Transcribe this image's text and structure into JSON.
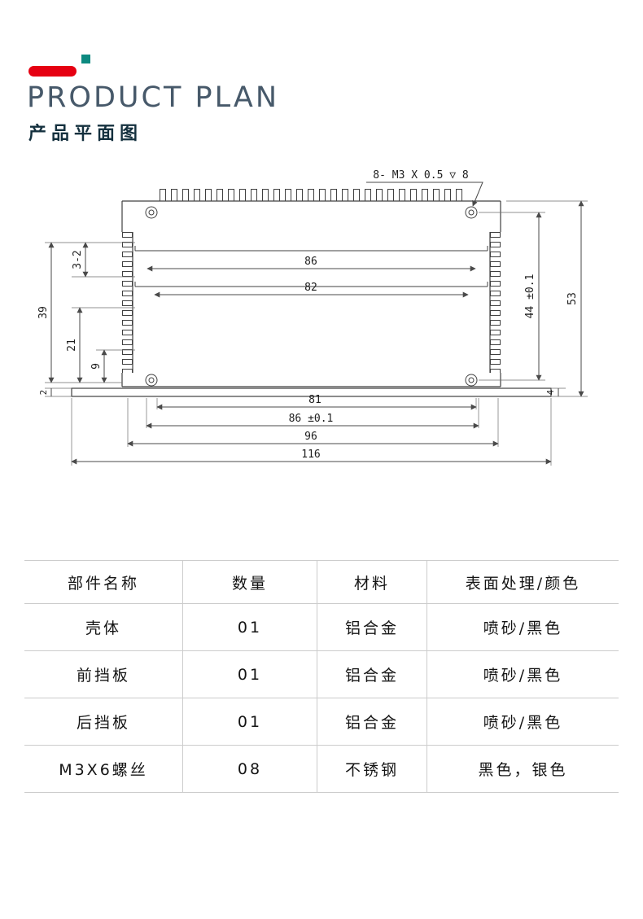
{
  "header": {
    "title": "PRODUCT PLAN",
    "subtitle": "产品平面图",
    "accent_red": "#e60012",
    "accent_teal": "#0d8a80",
    "title_color": "#47596a",
    "subtitle_color": "#14303e"
  },
  "drawing": {
    "line_color": "#404040",
    "thread_note": "8- M3 X 0.5 ▽ 8",
    "dims": {
      "inner_width_top": "86",
      "inner_width_lower": "82",
      "height_between_screws": "44 ±0.1",
      "total_height": "53",
      "left_39": "39",
      "left_3_2": "3-2",
      "left_21": "21",
      "left_9": "9",
      "left_2": "2",
      "bottom_81": "81",
      "bottom_86": "86 ±0.1",
      "bottom_96": "96",
      "bottom_116": "116",
      "flange_4": "4"
    }
  },
  "table": {
    "headers": [
      "部件名称",
      "数量",
      "材料",
      "表面处理/颜色"
    ],
    "rows": [
      [
        "壳体",
        "01",
        "铝合金",
        "喷砂/黑色"
      ],
      [
        "前挡板",
        "01",
        "铝合金",
        "喷砂/黑色"
      ],
      [
        "后挡板",
        "01",
        "铝合金",
        "喷砂/黑色"
      ],
      [
        "M3X6螺丝",
        "08",
        "不锈钢",
        "黑色，银色"
      ]
    ]
  }
}
